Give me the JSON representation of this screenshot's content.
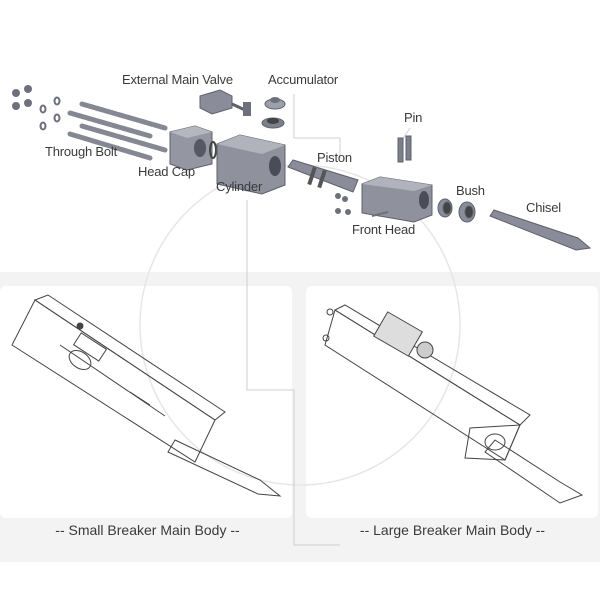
{
  "parts": {
    "external_main_valve": "External Main Valve",
    "accumulator": "Accumulator",
    "pin": "Pin",
    "through_bolt": "Through Bolt",
    "head_cap": "Head Cap",
    "piston": "Piston",
    "cylinder": "Cylinder",
    "bush": "Bush",
    "chisel": "Chisel",
    "front_head": "Front Head"
  },
  "captions": {
    "small": "-- Small Breaker Main Body --",
    "large": "-- Large Breaker Main Body --"
  },
  "colors": {
    "part_fill": "#8a8d99",
    "part_dark": "#5d606b",
    "band": "#f3f3f3"
  }
}
